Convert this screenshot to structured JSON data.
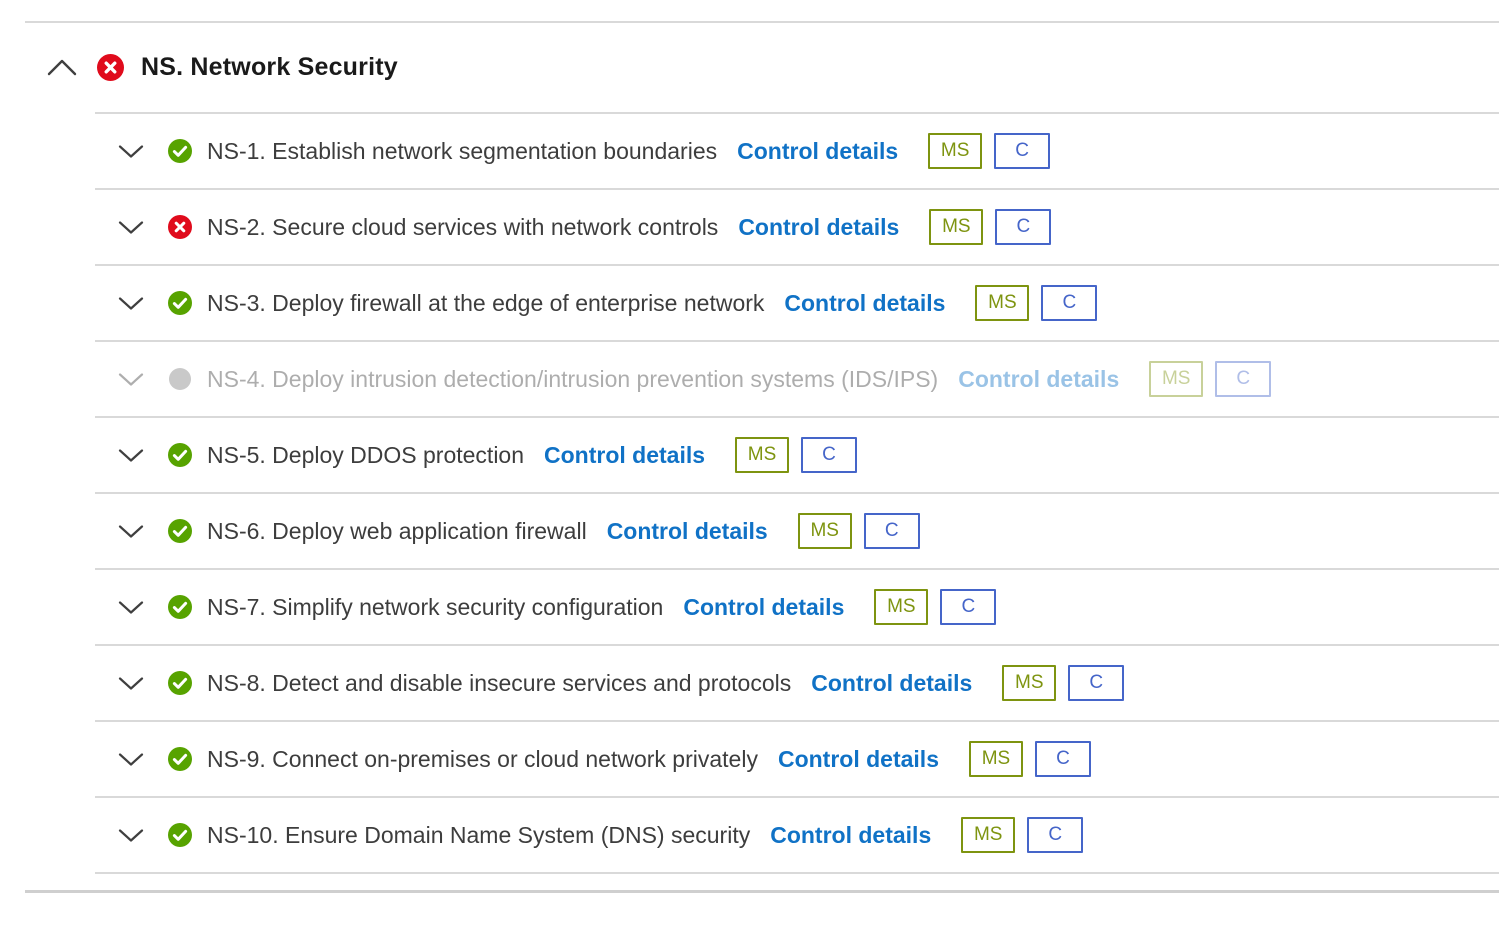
{
  "section": {
    "title": "NS. Network Security",
    "status": "fail",
    "collapse_state": "expanded"
  },
  "controls": [
    {
      "title": "NS-1. Establish network segmentation boundaries",
      "status": "pass",
      "muted": false,
      "link_label": "Control details",
      "badges": [
        "MS",
        "C"
      ]
    },
    {
      "title": "NS-2. Secure cloud services with network controls",
      "status": "fail",
      "muted": false,
      "link_label": "Control details",
      "badges": [
        "MS",
        "C"
      ]
    },
    {
      "title": "NS-3. Deploy firewall at the edge of enterprise network",
      "status": "pass",
      "muted": false,
      "link_label": "Control details",
      "badges": [
        "MS",
        "C"
      ]
    },
    {
      "title": "NS-4. Deploy intrusion detection/intrusion prevention systems (IDS/IPS)",
      "status": "none",
      "muted": true,
      "link_label": "Control details",
      "badges": [
        "MS",
        "C"
      ]
    },
    {
      "title": "NS-5. Deploy DDOS protection",
      "status": "pass",
      "muted": false,
      "link_label": "Control details",
      "badges": [
        "MS",
        "C"
      ]
    },
    {
      "title": "NS-6. Deploy web application firewall",
      "status": "pass",
      "muted": false,
      "link_label": "Control details",
      "badges": [
        "MS",
        "C"
      ]
    },
    {
      "title": "NS-7. Simplify network security configuration",
      "status": "pass",
      "muted": false,
      "link_label": "Control details",
      "badges": [
        "MS",
        "C"
      ]
    },
    {
      "title": "NS-8. Detect and disable insecure services and protocols",
      "status": "pass",
      "muted": false,
      "link_label": "Control details",
      "badges": [
        "MS",
        "C"
      ]
    },
    {
      "title": "NS-9. Connect on-premises or cloud network privately",
      "status": "pass",
      "muted": false,
      "link_label": "Control details",
      "badges": [
        "MS",
        "C"
      ]
    },
    {
      "title": "NS-10. Ensure Domain Name System (DNS) security",
      "status": "pass",
      "muted": false,
      "link_label": "Control details",
      "badges": [
        "MS",
        "C"
      ]
    }
  ],
  "colors": {
    "pass_green": "#57a300",
    "fail_red": "#e00b1c",
    "neutral_gray": "#c9c9c9",
    "link_blue": "#1072c6",
    "ms_badge_olive": "#7e9410",
    "c_badge_blue": "#4565c9",
    "divider_gray": "#d9d9d9"
  }
}
